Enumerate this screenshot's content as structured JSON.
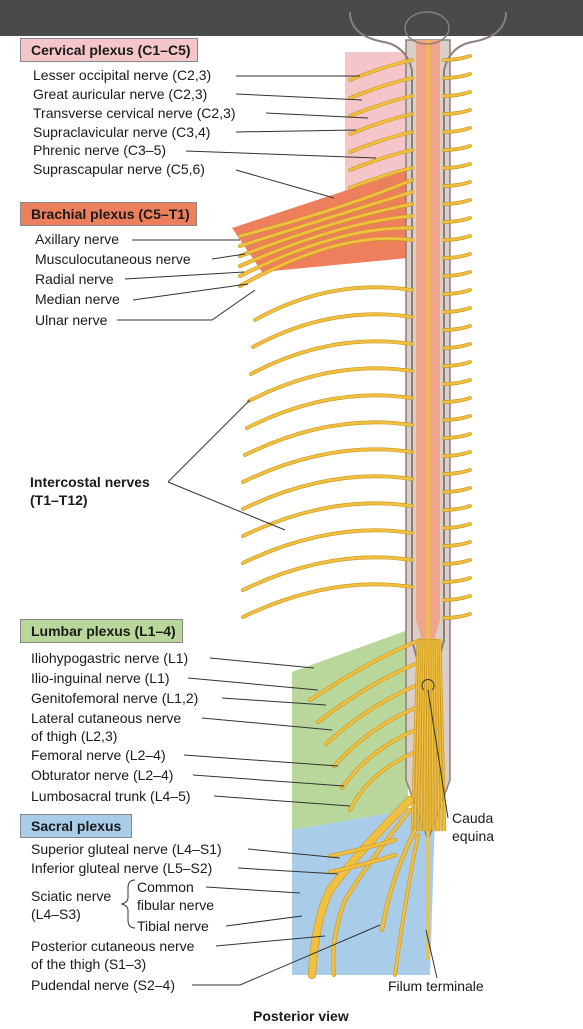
{
  "colors": {
    "cervical": "#f5c6c9",
    "brachial": "#ee7f5c",
    "lumbar": "#b9d79a",
    "sacral": "#a9cde8",
    "nerve": "#f1c040",
    "nerve_edge": "#c8961e",
    "cord": "#f0a58a",
    "topbar": "#4a4a4a"
  },
  "plexuses": {
    "cervical": {
      "title": "Cervical plexus (C1–C5)",
      "nerves": [
        "Lesser occipital nerve (C2,3)",
        "Great auricular nerve (C2,3)",
        "Transverse cervical nerve (C2,3)",
        "Supraclavicular nerve (C3,4)",
        "Phrenic nerve (C3–5)",
        "Suprascapular nerve (C5,6)"
      ]
    },
    "brachial": {
      "title": "Brachial plexus (C5–T1)",
      "nerves": [
        "Axillary nerve",
        "Musculocutaneous nerve",
        "Radial nerve",
        "Median nerve",
        "Ulnar nerve"
      ]
    },
    "intercostal": {
      "line1": "Intercostal nerves",
      "line2": "(T1–T12)"
    },
    "lumbar": {
      "title": "Lumbar plexus (L1–4)",
      "nerves": [
        "Iliohypogastric nerve (L1)",
        "Ilio-inguinal nerve (L1)",
        "Genitofemoral nerve (L1,2)",
        "Lateral cutaneous nerve",
        "of thigh (L2,3)",
        "Femoral nerve (L2–4)",
        "Obturator nerve (L2–4)",
        "Lumbosacral trunk (L4–5)"
      ]
    },
    "sacral": {
      "title": "Sacral plexus",
      "nerves": [
        "Superior gluteal nerve (L4–S1)",
        "Inferior gluteal nerve (L5–S2)"
      ],
      "sciatic": {
        "line1": "Sciatic nerve",
        "line2": "(L4–S3)",
        "branch1a": "Common",
        "branch1b": "fibular nerve",
        "branch2": "Tibial nerve"
      },
      "posterior_cutaneous": {
        "line1": "Posterior cutaneous nerve",
        "line2": "of the thigh (S1–3)"
      },
      "pudendal": "Pudendal nerve (S2–4)"
    }
  },
  "cauda_equina": {
    "line1": "Cauda",
    "line2": "equina"
  },
  "filum_terminale": "Filum terminale",
  "caption": "Posterior view"
}
